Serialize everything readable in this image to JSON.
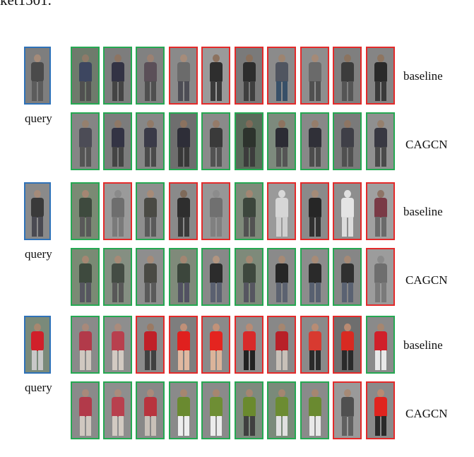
{
  "caption_fragment": "ket1501.",
  "labels": {
    "query": "query",
    "baseline": "baseline",
    "method": "CAGCN"
  },
  "colors": {
    "correct": "#25a852",
    "incorrect": "#e32a2a",
    "query": "#2f72b8"
  },
  "groups": [
    {
      "query_palette": {
        "bg": "#7e7e7e",
        "skin": "#a58b79",
        "top": "#4a4a4a",
        "bottom": "#5c5c5c"
      },
      "rows": [
        {
          "label": "baseline",
          "matches": [
            {
              "correct": true,
              "bg": "#6f7a6c",
              "skin": "#8f7a68",
              "top": "#3d4660",
              "bottom": "#505050"
            },
            {
              "correct": true,
              "bg": "#7d7d7d",
              "skin": "#8d7462",
              "top": "#333344",
              "bottom": "#444444"
            },
            {
              "correct": true,
              "bg": "#818181",
              "skin": "#9b8172",
              "top": "#5b4f58",
              "bottom": "#4f4f4f"
            },
            {
              "correct": false,
              "bg": "#8a8a8a",
              "skin": "#a68c7a",
              "top": "#6b6b6b",
              "bottom": "#4d4d55"
            },
            {
              "correct": false,
              "bg": "#9a9a9a",
              "skin": "#8c725f",
              "top": "#2e2e2e",
              "bottom": "#3b3b3b"
            },
            {
              "correct": false,
              "bg": "#7a7a7a",
              "skin": "#8a705c",
              "top": "#2d2d2d",
              "bottom": "#3f3f3f"
            },
            {
              "correct": false,
              "bg": "#8b8b8b",
              "skin": "#9d8470",
              "top": "#505560",
              "bottom": "#385068"
            },
            {
              "correct": false,
              "bg": "#8e8e8e",
              "skin": "#a58a77",
              "top": "#6a6a6a",
              "bottom": "#505050"
            },
            {
              "correct": false,
              "bg": "#7f7f7f",
              "skin": "#8b735f",
              "top": "#3c3c3c",
              "bottom": "#555555"
            },
            {
              "correct": false,
              "bg": "#858585",
              "skin": "#8e7560",
              "top": "#2a2a2a",
              "bottom": "#3a3a3a"
            }
          ]
        },
        {
          "label": "CAGCN",
          "matches": [
            {
              "correct": true,
              "bg": "#858585",
              "skin": "#95806e",
              "top": "#4c4c56",
              "bottom": "#545454"
            },
            {
              "correct": true,
              "bg": "#7c7c7c",
              "skin": "#8f7866",
              "top": "#333344",
              "bottom": "#444444"
            },
            {
              "correct": true,
              "bg": "#878787",
              "skin": "#917a68",
              "top": "#3a3a48",
              "bottom": "#4a4a4a"
            },
            {
              "correct": true,
              "bg": "#6e6e6e",
              "skin": "#8b725f",
              "top": "#2e2e38",
              "bottom": "#383838"
            },
            {
              "correct": true,
              "bg": "#8a8a8a",
              "skin": "#957b69",
              "top": "#3a3a3a",
              "bottom": "#525252"
            },
            {
              "correct": true,
              "bg": "#5a6a5a",
              "skin": "#7e6a58",
              "top": "#2d332d",
              "bottom": "#3c3c3c"
            },
            {
              "correct": true,
              "bg": "#7d8a7d",
              "skin": "#8d735f",
              "top": "#2c2c34",
              "bottom": "#555555"
            },
            {
              "correct": true,
              "bg": "#888888",
              "skin": "#957d6b",
              "top": "#303038",
              "bottom": "#4c4c4c"
            },
            {
              "correct": true,
              "bg": "#7a7a7a",
              "skin": "#8d7563",
              "top": "#3f3f47",
              "bottom": "#505050"
            },
            {
              "correct": true,
              "bg": "#909090",
              "skin": "#95806e",
              "top": "#383842",
              "bottom": "#4a4a4a"
            }
          ]
        }
      ]
    },
    {
      "query_palette": {
        "bg": "#8a8a8a",
        "skin": "#a58b79",
        "top": "#3a3a3a",
        "bottom": "#4a4a52"
      },
      "rows": [
        {
          "label": "baseline",
          "matches": [
            {
              "correct": true,
              "bg": "#7a8a74",
              "skin": "#a38672",
              "top": "#3e4a3e",
              "bottom": "#595959"
            },
            {
              "correct": false,
              "bg": "#9a9a9a",
              "skin": "#8a8a8a",
              "top": "#6e6e6e",
              "bottom": "#7a7a7a"
            },
            {
              "correct": true,
              "bg": "#8e8e8e",
              "skin": "#a68b78",
              "top": "#4a4a44",
              "bottom": "#5a5a5a"
            },
            {
              "correct": false,
              "bg": "#8a8a8a",
              "skin": "#7e6a5a",
              "top": "#2e2e2e",
              "bottom": "#3a3a3a"
            },
            {
              "correct": false,
              "bg": "#969696",
              "skin": "#8c8c8c",
              "top": "#707070",
              "bottom": "#808080"
            },
            {
              "correct": true,
              "bg": "#7f8a7a",
              "skin": "#a28672",
              "top": "#3c463c",
              "bottom": "#525252"
            },
            {
              "correct": false,
              "bg": "#9a9a9a",
              "skin": "#d8d8d8",
              "top": "#d6d6d6",
              "bottom": "#cfcfcf"
            },
            {
              "correct": false,
              "bg": "#8a8a8a",
              "skin": "#a38a77",
              "top": "#262626",
              "bottom": "#303030"
            },
            {
              "correct": false,
              "bg": "#8e8e8e",
              "skin": "#e0e0e0",
              "top": "#e4e4e4",
              "bottom": "#dcdcdc"
            },
            {
              "correct": false,
              "bg": "#a0a0a0",
              "skin": "#8e7466",
              "top": "#7a3a46",
              "bottom": "#6a6a6a"
            }
          ]
        },
        {
          "label": "CAGCN",
          "matches": [
            {
              "correct": true,
              "bg": "#7a8a74",
              "skin": "#a48772",
              "top": "#3e4a3e",
              "bottom": "#565660"
            },
            {
              "correct": true,
              "bg": "#858f82",
              "skin": "#a68a76",
              "top": "#444c44",
              "bottom": "#585858"
            },
            {
              "correct": true,
              "bg": "#8e8e8e",
              "skin": "#a68b78",
              "top": "#4a4a44",
              "bottom": "#5a5a5a"
            },
            {
              "correct": true,
              "bg": "#7f8a7a",
              "skin": "#a28672",
              "top": "#3c463c",
              "bottom": "#525262"
            },
            {
              "correct": true,
              "bg": "#888888",
              "skin": "#b29580",
              "top": "#2c2c2c",
              "bottom": "#5a6070"
            },
            {
              "correct": true,
              "bg": "#7e8a7a",
              "skin": "#a48872",
              "top": "#3e483e",
              "bottom": "#565660"
            },
            {
              "correct": true,
              "bg": "#8a8a8a",
              "skin": "#a68a76",
              "top": "#262626",
              "bottom": "#5c6270"
            },
            {
              "correct": true,
              "bg": "#8c8c8c",
              "skin": "#a78b77",
              "top": "#2a2a2a",
              "bottom": "#586070"
            },
            {
              "correct": true,
              "bg": "#868686",
              "skin": "#a58975",
              "top": "#303030",
              "bottom": "#5a6272"
            },
            {
              "correct": false,
              "bg": "#9c9c9c",
              "skin": "#8a8a8a",
              "top": "#6e6e6e",
              "bottom": "#7a7a7a"
            }
          ]
        }
      ]
    },
    {
      "query_palette": {
        "bg": "#7a8a7a",
        "skin": "#a8876f",
        "top": "#d0202a",
        "bottom": "#c8c8c8"
      },
      "rows": [
        {
          "label": "baseline",
          "matches": [
            {
              "correct": true,
              "bg": "#8a8a8a",
              "skin": "#a8897a",
              "top": "#b23a4a",
              "bottom": "#d0c8c0"
            },
            {
              "correct": true,
              "bg": "#8e8e8e",
              "skin": "#aa8b7c",
              "top": "#b8404e",
              "bottom": "#d2cac2"
            },
            {
              "correct": false,
              "bg": "#8a8a8a",
              "skin": "#9a7a64",
              "top": "#c02028",
              "bottom": "#404040"
            },
            {
              "correct": false,
              "bg": "#7e7e7e",
              "skin": "#c09078",
              "top": "#e0201e",
              "bottom": "#e0b8a0"
            },
            {
              "correct": false,
              "bg": "#8a8a8a",
              "skin": "#c29279",
              "top": "#e4241f",
              "bottom": "#dcb49a"
            },
            {
              "correct": false,
              "bg": "#8e8e8e",
              "skin": "#b88b74",
              "top": "#d82a2a",
              "bottom": "#222222"
            },
            {
              "correct": false,
              "bg": "#888888",
              "skin": "#a58670",
              "top": "#b82028",
              "bottom": "#c8c0b8"
            },
            {
              "correct": false,
              "bg": "#8a8a8a",
              "skin": "#b88c74",
              "top": "#d83a30",
              "bottom": "#2a2a2a"
            },
            {
              "correct": false,
              "bg": "#6e6e6e",
              "skin": "#b88a72",
              "top": "#d82a22",
              "bottom": "#2a2a2a"
            },
            {
              "correct": true,
              "bg": "#8a8a8a",
              "skin": "#a68670",
              "top": "#d0202a",
              "bottom": "#e8e8e8"
            }
          ]
        },
        {
          "label": "CAGCN",
          "matches": [
            {
              "correct": true,
              "bg": "#8a8a8a",
              "skin": "#a8897a",
              "top": "#b23a4a",
              "bottom": "#d0c8c0"
            },
            {
              "correct": true,
              "bg": "#8e8e8e",
              "skin": "#aa8b7c",
              "top": "#b8404e",
              "bottom": "#d2cac2"
            },
            {
              "correct": true,
              "bg": "#888888",
              "skin": "#a98a7a",
              "top": "#b8343e",
              "bottom": "#c8c0b8"
            },
            {
              "correct": true,
              "bg": "#8a8a8a",
              "skin": "#a68670",
              "top": "#6a8a30",
              "bottom": "#eeeeee"
            },
            {
              "correct": true,
              "bg": "#8a8a8a",
              "skin": "#a68670",
              "top": "#6e8e34",
              "bottom": "#ececec"
            },
            {
              "correct": true,
              "bg": "#7e8a7e",
              "skin": "#a48670",
              "top": "#6a8a2e",
              "bottom": "#404040"
            },
            {
              "correct": true,
              "bg": "#7a8a7a",
              "skin": "#a48670",
              "top": "#6c8c32",
              "bottom": "#e0e0e0"
            },
            {
              "correct": true,
              "bg": "#8a8a8a",
              "skin": "#a68670",
              "top": "#6a8a30",
              "bottom": "#e8e8e8"
            },
            {
              "correct": false,
              "bg": "#9a9a9a",
              "skin": "#a68a76",
              "top": "#505050",
              "bottom": "#606060"
            },
            {
              "correct": false,
              "bg": "#8a8a8a",
              "skin": "#b88a72",
              "top": "#e0241f",
              "bottom": "#2a2a2a"
            }
          ]
        }
      ]
    }
  ]
}
